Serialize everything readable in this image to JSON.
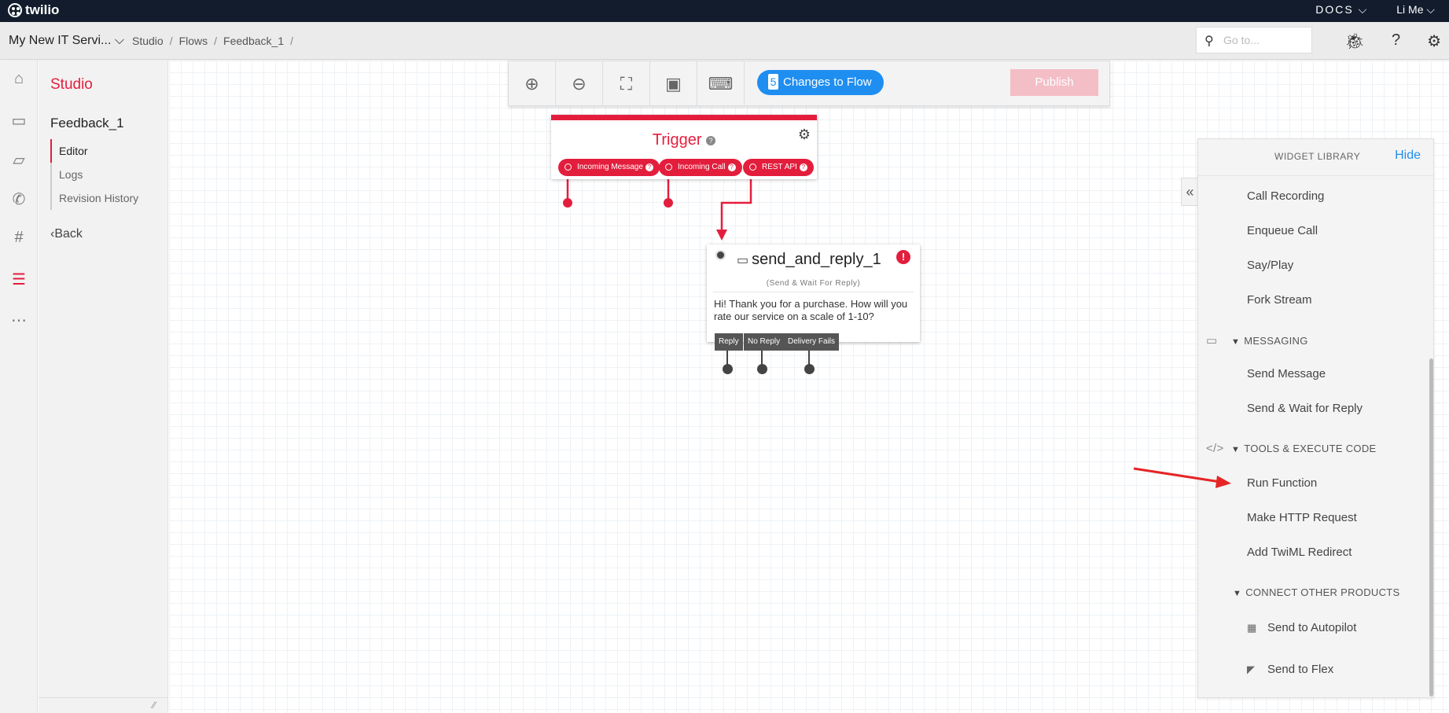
{
  "brand": {
    "name": "twilio"
  },
  "topbar": {
    "docs": "DOCS",
    "docs_caret": "⌵",
    "user": "Li Me",
    "user_caret": "⌵"
  },
  "subbar": {
    "project": "My New IT Servi...",
    "project_caret": "⌵",
    "breadcrumbs": [
      "Studio",
      "Flows",
      "Feedback_1"
    ],
    "separator": "/",
    "search_placeholder": "Go to..."
  },
  "sidenav": {
    "section": "Studio",
    "flow_name": "Feedback_1",
    "items": [
      "Editor",
      "Logs",
      "Revision History"
    ],
    "back": "Back"
  },
  "toolbar": {
    "changes_count": "5",
    "changes_label": "Changes to Flow",
    "publish": "Publish"
  },
  "trigger": {
    "title": "Trigger",
    "help": "?",
    "pills": [
      "Incoming Message",
      "Incoming Call",
      "REST API"
    ]
  },
  "send_and_reply": {
    "name": "send_and_reply_1",
    "type": "(Send & Wait For Reply)",
    "body": "Hi! Thank you for a purchase. How will you rate our service on a scale of 1-10?",
    "outputs": [
      "Reply",
      "No Reply",
      "Delivery Fails"
    ]
  },
  "library": {
    "title": "WIDGET LIBRARY",
    "hide": "Hide",
    "voice_items": [
      "Call Recording",
      "Enqueue Call",
      "Say/Play",
      "Fork Stream"
    ],
    "messaging_label": "MESSAGING",
    "messaging_items": [
      "Send Message",
      "Send & Wait for Reply"
    ],
    "tools_label": "TOOLS & EXECUTE CODE",
    "tools_items": [
      "Run Function",
      "Make HTTP Request",
      "Add TwiML Redirect"
    ],
    "connect_label": "CONNECT OTHER PRODUCTS",
    "connect_items": [
      "Send to Autopilot",
      "Send to Flex"
    ]
  },
  "colors": {
    "accent": "#e31e3d",
    "link": "#1f8ef1",
    "dark": "#121c2d"
  }
}
